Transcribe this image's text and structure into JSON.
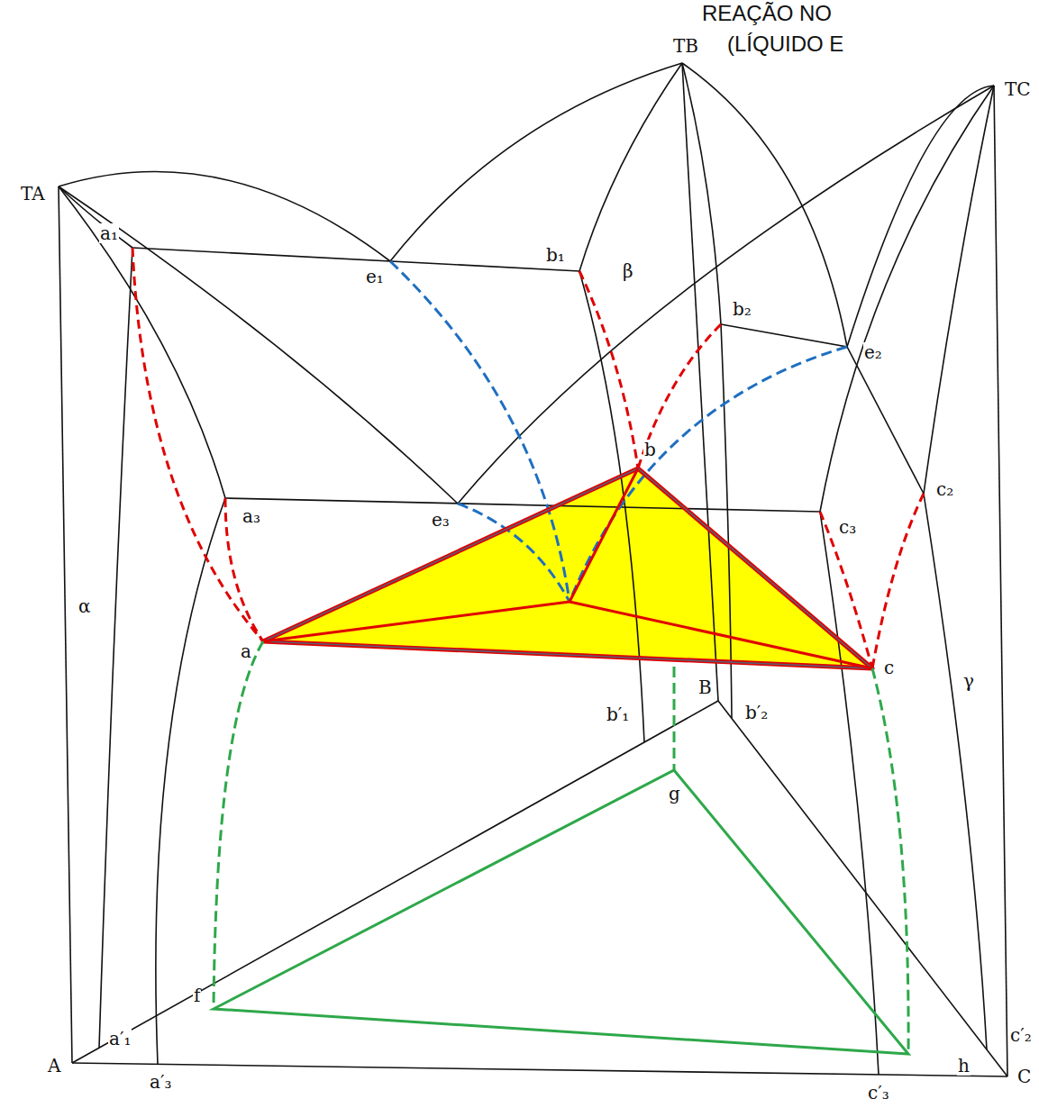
{
  "diagram": {
    "labels": [
      "REAÇÃO NO",
      "(LÍQUIDO E",
      "TB",
      "TA",
      "b₁",
      "β",
      "TC",
      "e₁",
      "b₂",
      "a₁",
      "e₂",
      "b",
      "a₃",
      "e₃",
      "c₃",
      "c₂",
      "a",
      "c",
      "α",
      "b′₁",
      "B",
      "b′₂",
      "γ",
      "g",
      "f",
      "a′₁",
      "A",
      "a′₃",
      "c′₂",
      "h",
      "C",
      "c′₃"
    ]
  }
}
